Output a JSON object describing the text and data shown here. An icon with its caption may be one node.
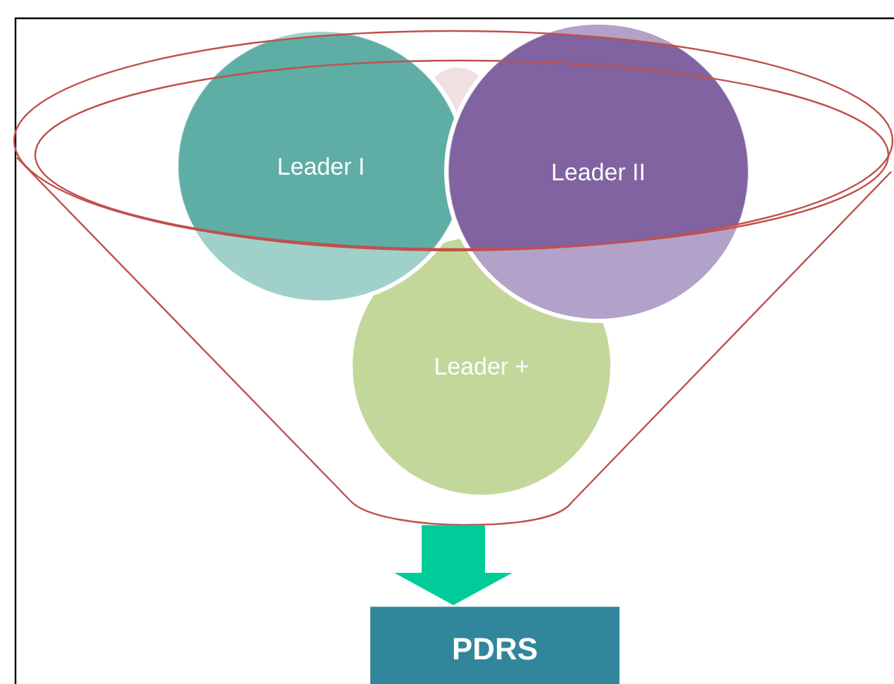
{
  "diagram": {
    "nodes": [
      {
        "text": [],
        "shape": "funnel"
      },
      {
        "text": [
          "Leader I"
        ],
        "in": 0
      },
      {
        "text": [
          "Leader II"
        ],
        "in": 0
      },
      {
        "text": [
          "Leader +"
        ],
        "in": 0
      },
      {
        "text": [
          "PDRS"
        ]
      }
    ],
    "edges": [
      {
        "from": 0,
        "to": 4,
        "arrow": "to"
      }
    ]
  }
}
